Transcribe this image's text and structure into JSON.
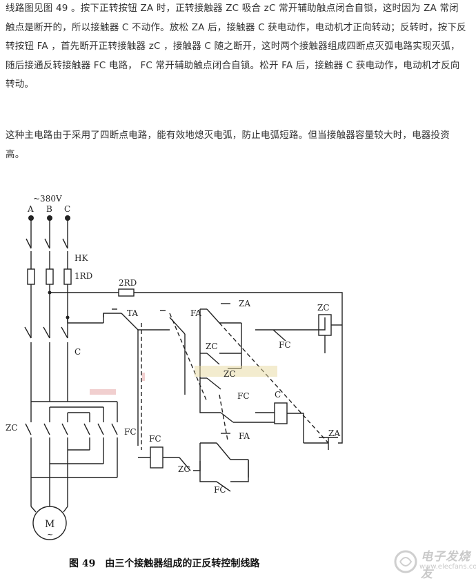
{
  "paragraphs": [
    "线路图见图 49 。按下正转按钮 ZA 时，正转接触器 ZC 吸合 zC 常开辅助触点闭合自锁，这时因为 ZA 常闭触点是断开的，所以接触器 C 不动作。放松 ZA 后，接触器 C 获电动作，电动机才正向转动；反转时，按下反转按钮 FA ，首先断开正转接触器 zC ，接触器 C 随之断开，这时两个接触器组成四断点灭弧电路实现灭弧，随后接通反转接触器 FC 电路， FC 常开辅助触点闭合自锁。松开 FA 后，接触器 C 获电动作，电动机才反向转动。",
    "这种主电路由于采用了四断点电路，能有效地熄灭电弧，防止电弧短路。但当接触器容量较大时，电器投资高。"
  ],
  "diagram": {
    "voltage": "~380V",
    "phases": [
      "A",
      "B",
      "C"
    ],
    "labels": {
      "hk": "HK",
      "fuse1": "1RD",
      "fuse2": "2RD",
      "c_main": "C",
      "zc_main": "ZC",
      "fc_main": "FC",
      "ta": "TA",
      "fa_top": "FA",
      "za_top": "ZA",
      "zc_coil": "ZC",
      "fc_contact": "FC",
      "zc_aux": "ZC",
      "zc_mid": "ZC",
      "fc_mid": "FC",
      "c_coil": "C",
      "fa_bottom": "FA",
      "za_right": "ZA",
      "fc_coil": "FC",
      "zc_bottom": "ZC",
      "fc_bottom": "FC",
      "motor": "M",
      "motor_sub": "~"
    }
  },
  "caption": "图 49　由三个接触器组成的正反转控制线路",
  "watermark": {
    "text": "电子发烧友",
    "url": "www.elecfans.com"
  }
}
